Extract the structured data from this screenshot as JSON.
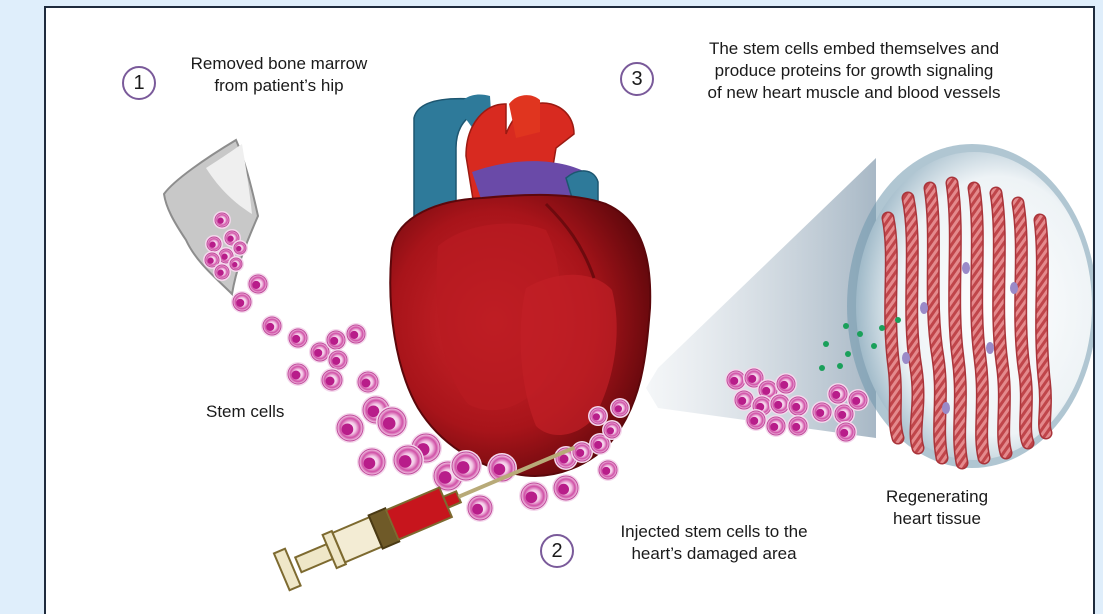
{
  "steps": [
    {
      "number": "1",
      "line1": "Removed bone marrow",
      "line2": "from patient’s hip"
    },
    {
      "number": "2",
      "line1": "Injected stem cells to the",
      "line2": "heart’s damaged area"
    },
    {
      "number": "3",
      "line1": "The stem cells embed themselves and",
      "line2": "produce proteins for growth signaling",
      "line3": "of new heart muscle and blood vessels"
    }
  ],
  "labels": {
    "stem_cells": "Stem cells",
    "regen_line1": "Regenerating",
    "regen_line2": "heart tissue"
  },
  "colors": {
    "heart": "#a8141a",
    "heart_dark": "#6e0a0e",
    "vein": "#2e7a9a",
    "stem_cell": "#d14fa8",
    "muscle_fiber": "#c0454a",
    "signal_dots": "#1aa05a"
  }
}
